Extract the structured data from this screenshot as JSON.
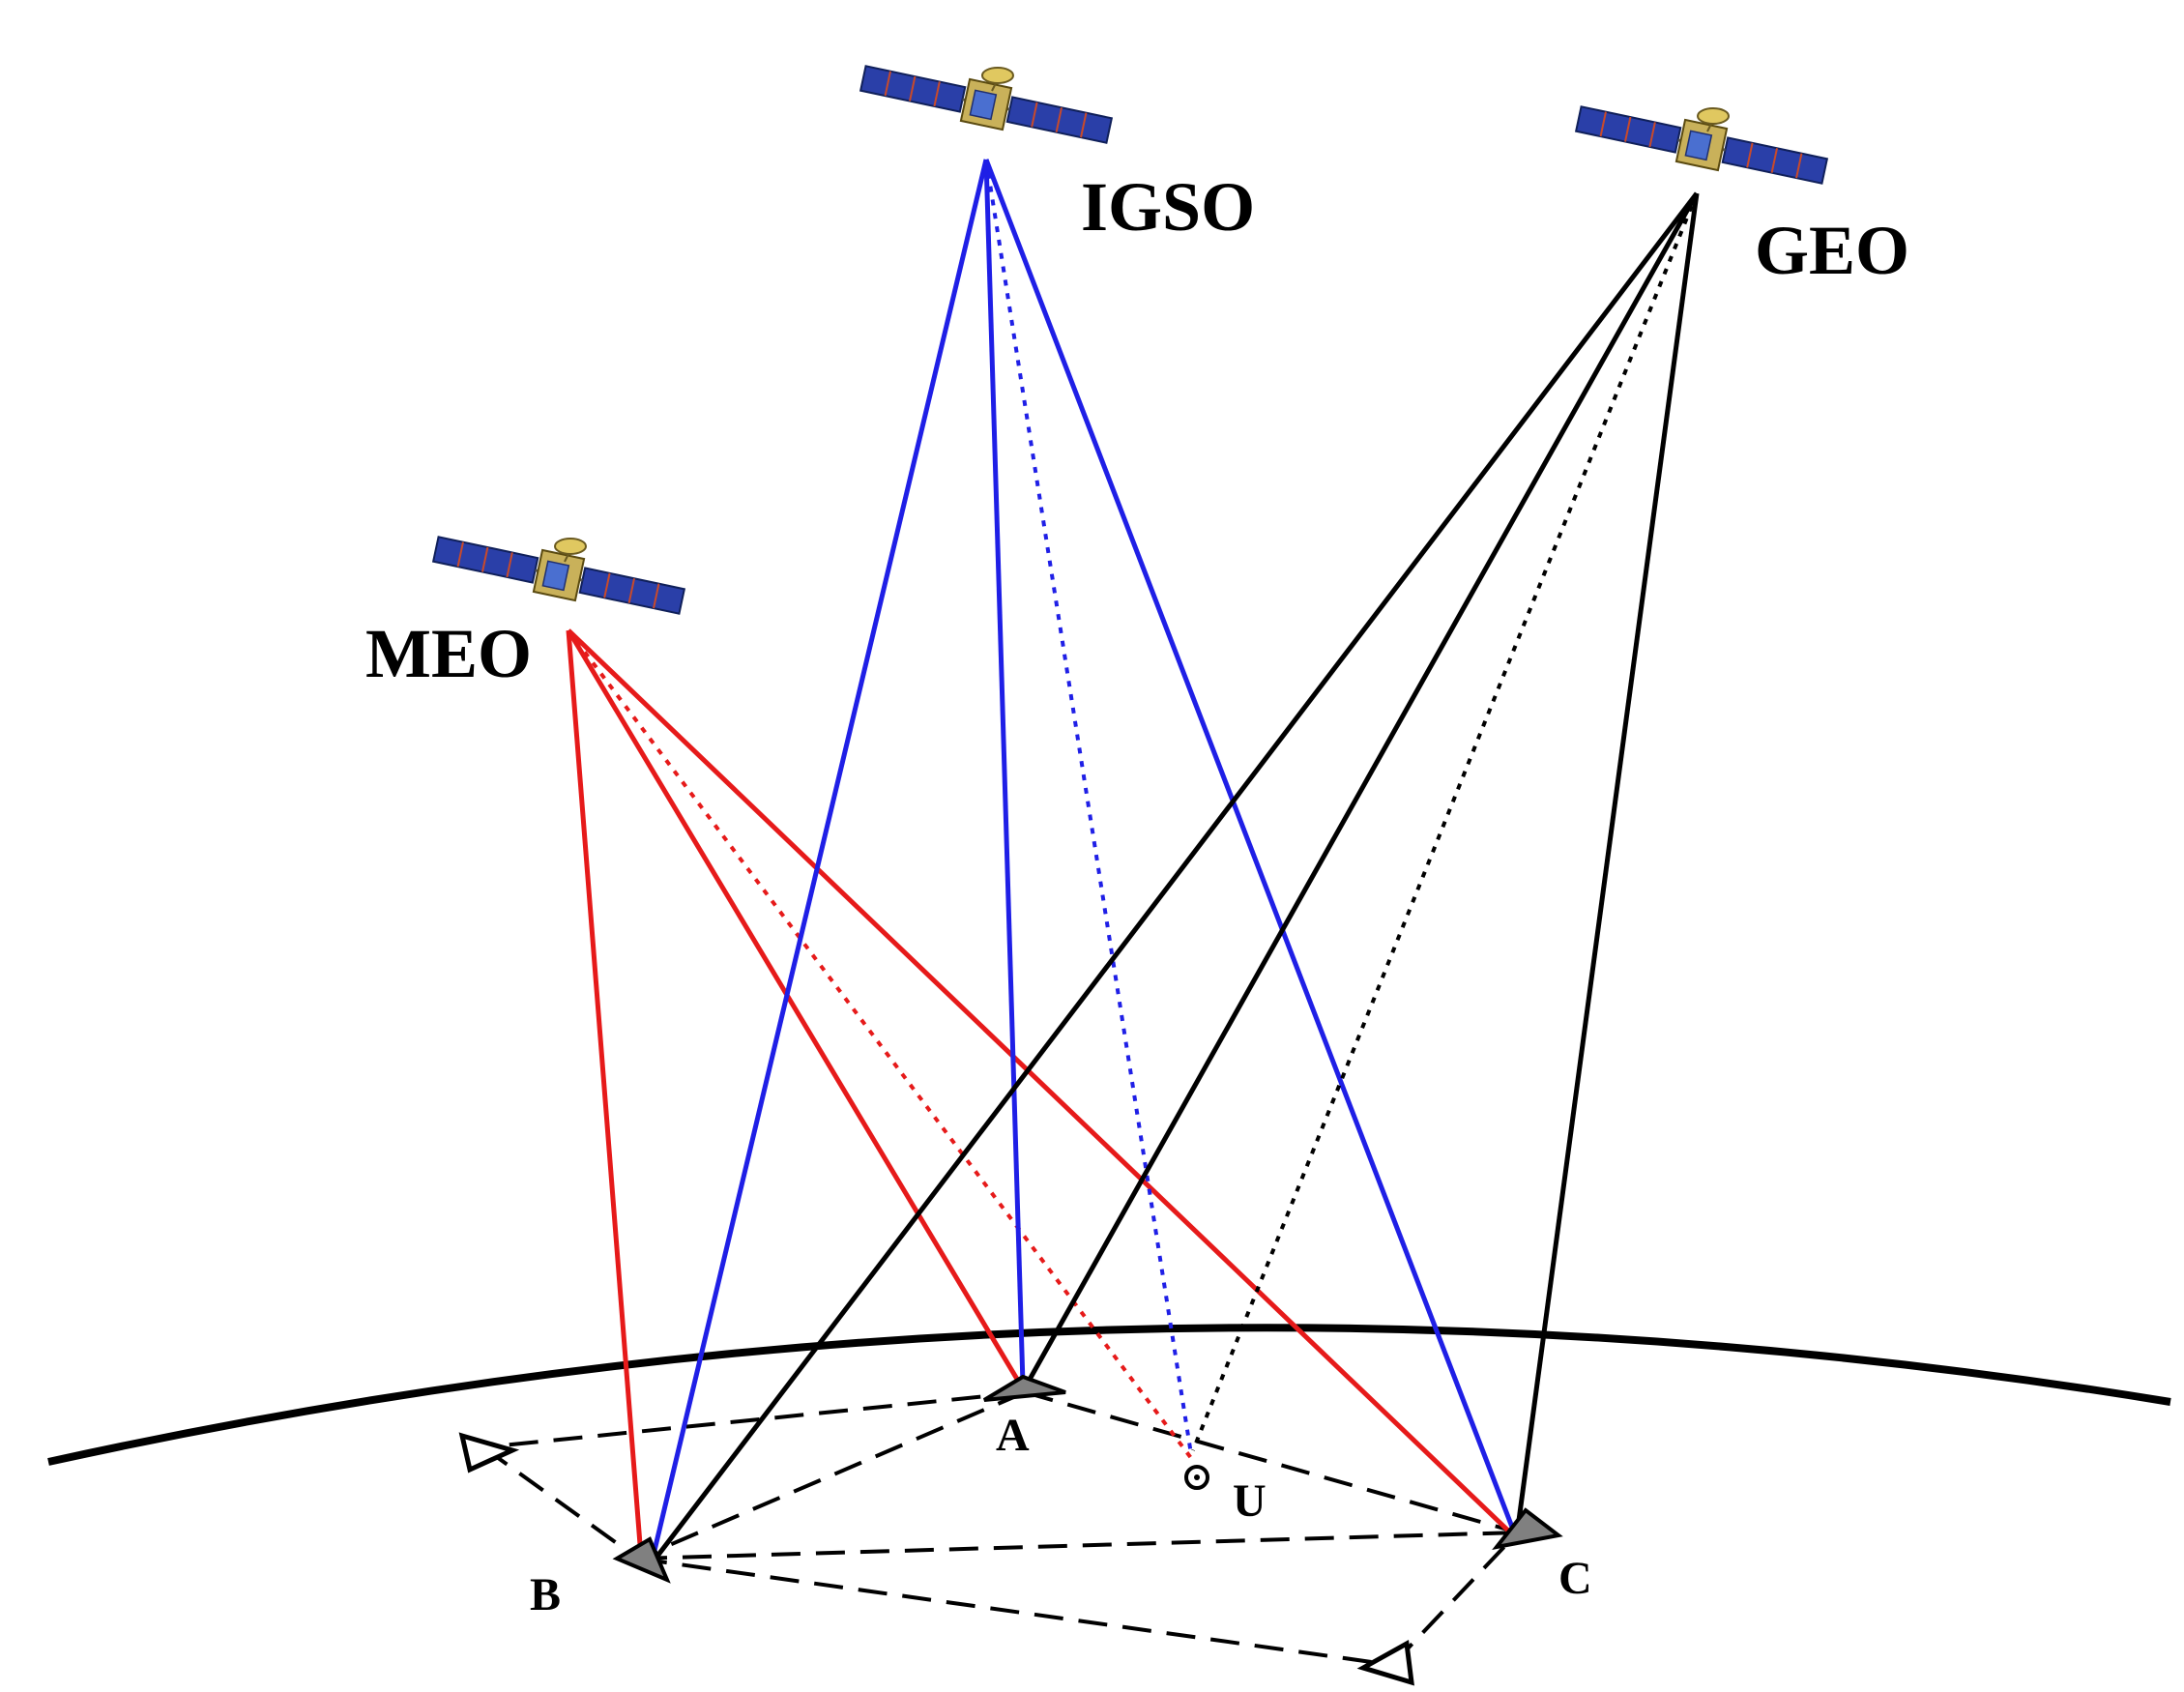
{
  "satellites": {
    "igso": {
      "label": "IGSO",
      "color": "#1f1fe6"
    },
    "geo": {
      "label": "GEO",
      "color": "#000000"
    },
    "meo": {
      "label": "MEO",
      "color": "#e61a1a"
    }
  },
  "stations": {
    "a": {
      "label": "A"
    },
    "b": {
      "label": "B"
    },
    "c": {
      "label": "C"
    },
    "u": {
      "label": "U"
    }
  },
  "colors": {
    "earth_curve": "#000000",
    "baseline": "#000000",
    "solar_panel": "#2a3fa8",
    "satellite_body": "#c9b15a",
    "station_fill": "#808080"
  },
  "icons": [
    "satellite-icon",
    "ground-station-icon",
    "user-receiver-icon"
  ]
}
